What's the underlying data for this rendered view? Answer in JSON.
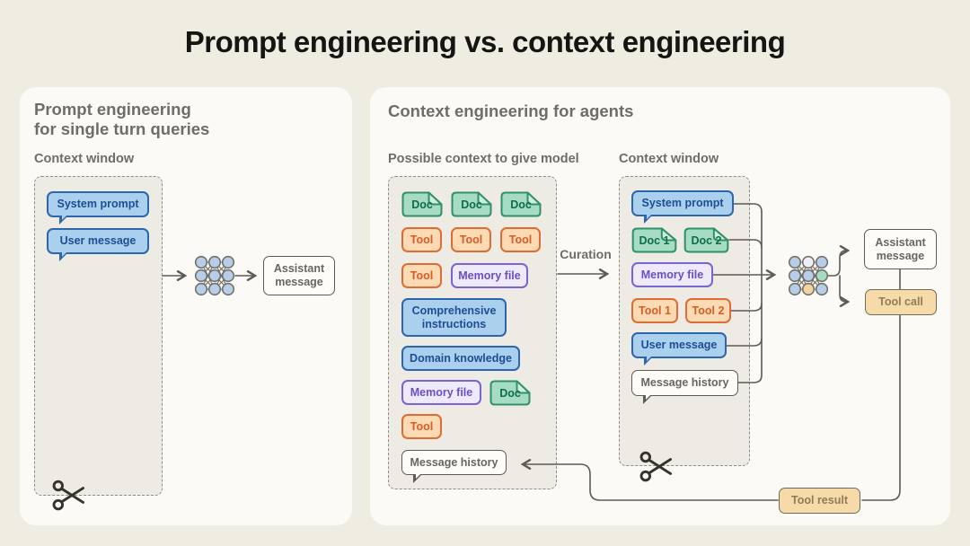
{
  "title": "Prompt engineering vs. context engineering",
  "colors": {
    "page_bg": "#efece2",
    "panel_bg": "#fbfaf6",
    "dashed_fill": "#edebe3",
    "line": "#5d5b52",
    "heading_gray": "#6f6d66",
    "blue_fill": "#abd0ee",
    "blue_border": "#2c67ae",
    "blue_text": "#1d4d94",
    "green_fill": "#a6dcc3",
    "green_border": "#2f9167",
    "green_text": "#0e6e49",
    "orange_fill": "#fcdab3",
    "orange_border": "#e06c33",
    "orange_text": "#d85c27",
    "purple_fill": "#edeafb",
    "purple_border": "#7a63d2",
    "purple_text": "#6a4fc9",
    "tan_fill": "#f6dba9",
    "tan_border": "#6f6b5c",
    "tan_text": "#8d7d58",
    "white_fill": "#fdfcf9",
    "white_border": "#5d5b52",
    "white_text": "#68675f"
  },
  "icons": {
    "network_left": "neural-network-icon",
    "network_right": "neural-network-icon",
    "scissors": "scissors-icon"
  },
  "left": {
    "heading_line1": "Prompt engineering",
    "heading_line2": "for single turn queries",
    "context_window_label": "Context window",
    "system_prompt": "System prompt",
    "user_message": "User message",
    "assistant_message": "Assistant message"
  },
  "right": {
    "heading": "Context engineering for agents",
    "possible_context_label": "Possible context to give model",
    "context_window_label": "Context window",
    "curation_label": "Curation",
    "possible": {
      "doc1": "Doc",
      "doc2": "Doc",
      "doc3": "Doc",
      "tool1": "Tool",
      "tool2": "Tool",
      "tool3": "Tool",
      "tool4": "Tool",
      "memory_file_1": "Memory file",
      "comprehensive_instructions": "Comprehensive instructions",
      "domain_knowledge": "Domain knowledge",
      "memory_file_2": "Memory file",
      "doc4": "Doc",
      "tool5": "Tool",
      "message_history": "Message history"
    },
    "window": {
      "system_prompt": "System prompt",
      "doc1": "Doc 1",
      "doc2": "Doc 2",
      "memory_file": "Memory file",
      "tool1": "Tool 1",
      "tool2": "Tool 2",
      "user_message": "User message",
      "message_history": "Message history"
    },
    "outputs": {
      "assistant_message": "Assistant message",
      "tool_call": "Tool call",
      "tool_result": "Tool result"
    }
  }
}
